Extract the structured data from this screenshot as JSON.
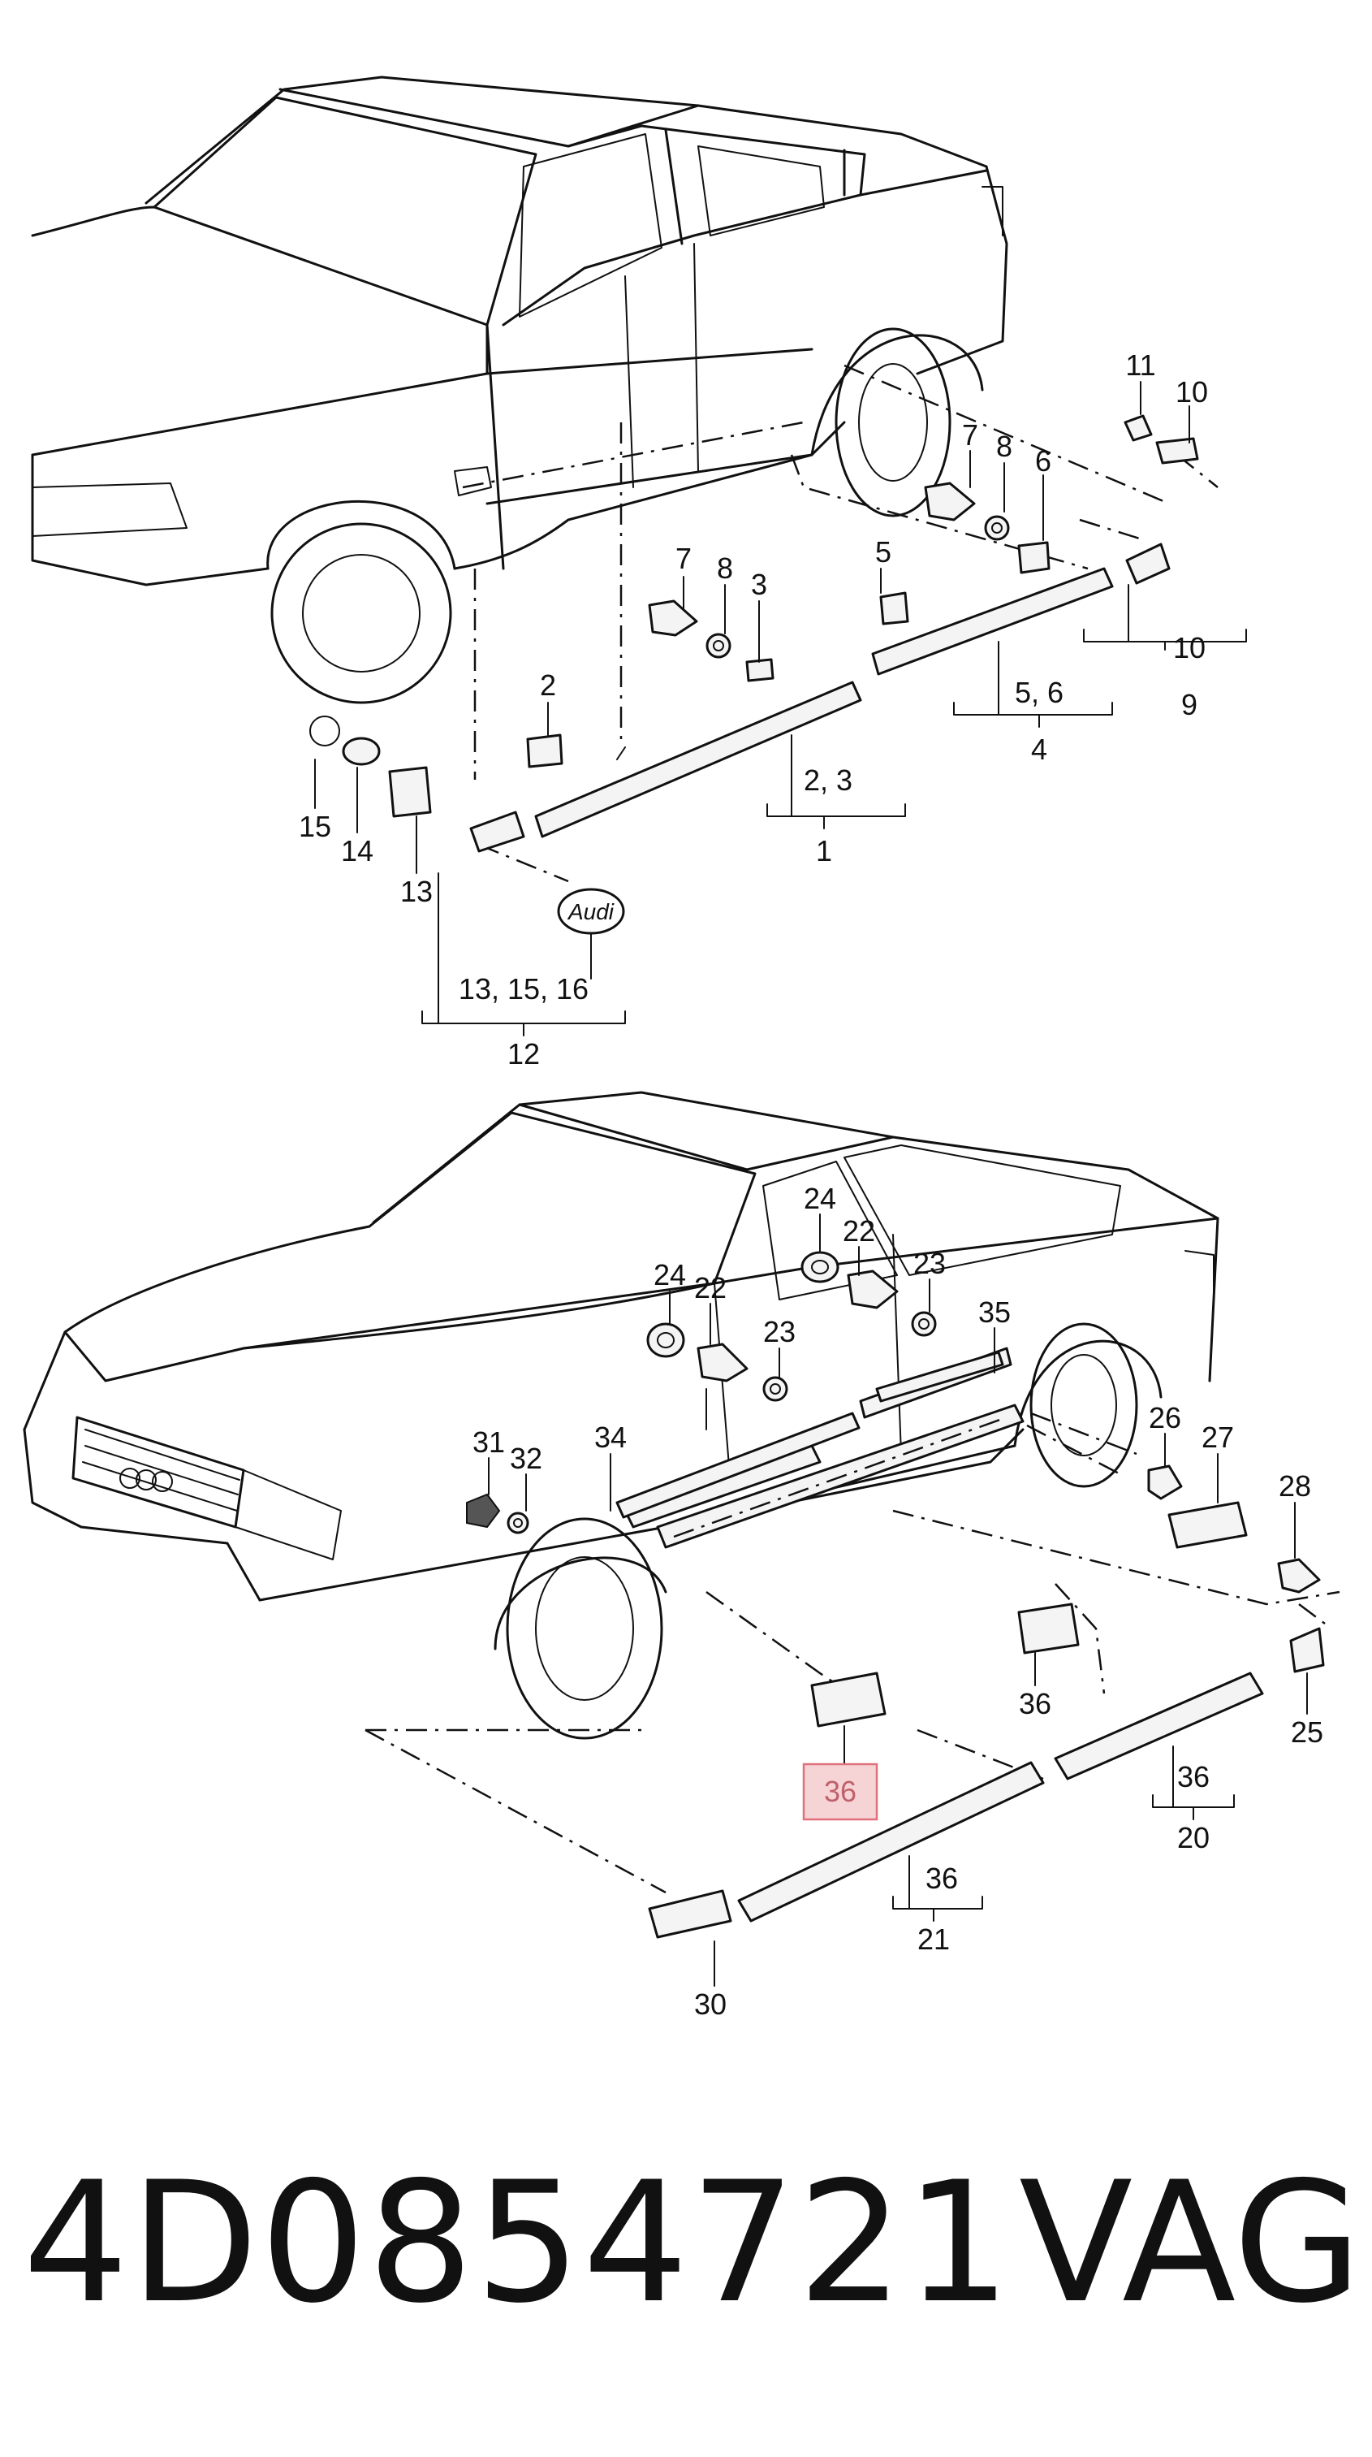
{
  "footer": {
    "part_number": "4D0854721",
    "brand": "VAG"
  },
  "badge_text": "Audi",
  "highlight": {
    "color": "#e0707a",
    "fill": "#f6d4d6",
    "label": "36"
  },
  "top_callouts": {
    "c11": "11",
    "c10a": "10",
    "c7a": "7",
    "c8a": "8",
    "c6": "6",
    "c10b": "10",
    "c9": "9",
    "c7b": "7",
    "c8b": "8",
    "c3": "3",
    "c5": "5",
    "c56": "5, 6",
    "c4": "4",
    "c2": "2",
    "c23": "2, 3",
    "c1": "1",
    "c15": "15",
    "c14": "14",
    "c13": "13",
    "c131516": "13, 15, 16",
    "c12": "12"
  },
  "bottom_callouts": {
    "c24a": "24",
    "c22a": "22",
    "c23a": "23",
    "c35": "35",
    "c24b": "24",
    "c22b": "22",
    "c23b": "23",
    "c34": "34",
    "c31": "31",
    "c32": "32",
    "c26": "26",
    "c27": "27",
    "c28": "28",
    "c36a": "36",
    "c25": "25",
    "c36c": "36",
    "c20": "20",
    "c36d": "36",
    "c21": "21",
    "c30": "30"
  }
}
